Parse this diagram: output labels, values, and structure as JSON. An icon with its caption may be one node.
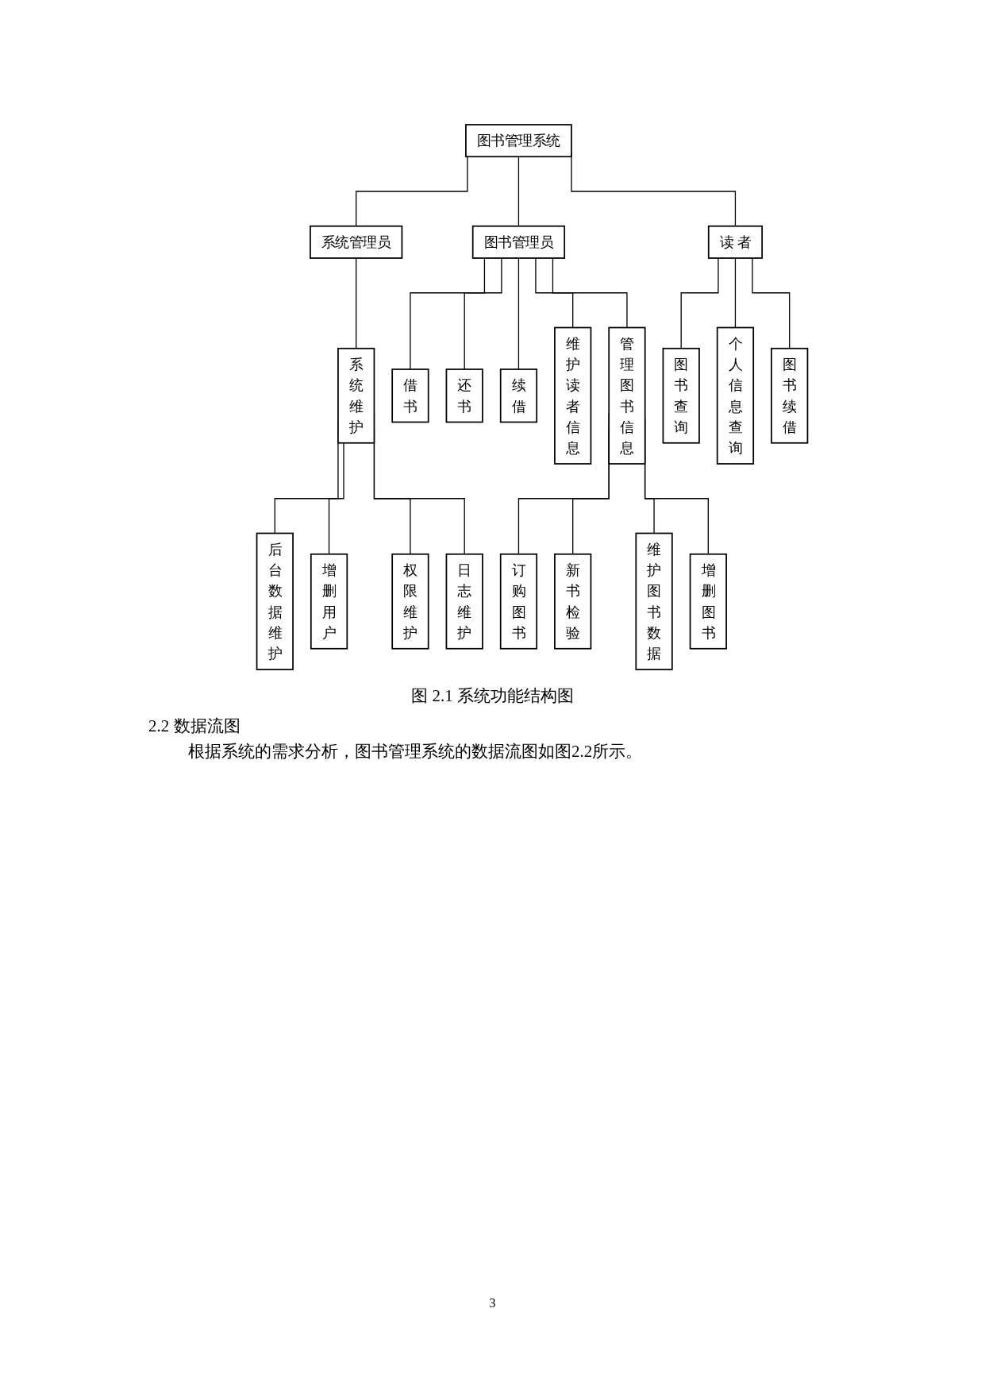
{
  "diagram": {
    "caption": "图 2.1 系统功能结构图",
    "nodes": [
      {
        "text": [
          "图书管理系统"
        ]
      },
      {
        "text": [
          "系统管理员"
        ]
      },
      {
        "text": [
          "图书管理员"
        ]
      },
      {
        "text": [
          "读 者"
        ]
      },
      {
        "text": [
          "系统维护"
        ]
      },
      {
        "text": [
          "借书"
        ]
      },
      {
        "text": [
          "还书"
        ]
      },
      {
        "text": [
          "续借"
        ]
      },
      {
        "text": [
          "维护读者信息"
        ]
      },
      {
        "text": [
          "管理图书信息"
        ]
      },
      {
        "text": [
          "图书查询"
        ]
      },
      {
        "text": [
          "个人信息查询"
        ]
      },
      {
        "text": [
          "图书续借"
        ]
      },
      {
        "text": [
          "后台数据维护"
        ]
      },
      {
        "text": [
          "增删用户"
        ]
      },
      {
        "text": [
          "权限维护"
        ]
      },
      {
        "text": [
          "日志维护"
        ]
      },
      {
        "text": [
          "订购图书"
        ]
      },
      {
        "text": [
          "新书检验"
        ]
      },
      {
        "text": [
          "维护图书数据"
        ]
      },
      {
        "text": [
          "增删图书"
        ]
      }
    ],
    "edges": [
      {
        "from": 0,
        "to": 1,
        "arrow": "none"
      },
      {
        "from": 0,
        "to": 2,
        "arrow": "none"
      },
      {
        "from": 0,
        "to": 3,
        "arrow": "none"
      },
      {
        "from": 1,
        "to": 4,
        "arrow": "none"
      },
      {
        "from": 2,
        "to": 5,
        "arrow": "none"
      },
      {
        "from": 2,
        "to": 6,
        "arrow": "none"
      },
      {
        "from": 2,
        "to": 7,
        "arrow": "none"
      },
      {
        "from": 2,
        "to": 8,
        "arrow": "none"
      },
      {
        "from": 2,
        "to": 9,
        "arrow": "none"
      },
      {
        "from": 3,
        "to": 10,
        "arrow": "none"
      },
      {
        "from": 3,
        "to": 11,
        "arrow": "none"
      },
      {
        "from": 3,
        "to": 12,
        "arrow": "none"
      },
      {
        "from": 4,
        "to": 13,
        "arrow": "none"
      },
      {
        "from": 4,
        "to": 14,
        "arrow": "none"
      },
      {
        "from": 4,
        "to": 15,
        "arrow": "none"
      },
      {
        "from": 4,
        "to": 16,
        "arrow": "none"
      },
      {
        "from": 9,
        "to": 17,
        "arrow": "none"
      },
      {
        "from": 9,
        "to": 18,
        "arrow": "none"
      },
      {
        "from": 9,
        "to": 19,
        "arrow": "none"
      },
      {
        "from": 9,
        "to": 20,
        "arrow": "none"
      }
    ],
    "labels": [
      "2.2 数据流图",
      "根据系统的需求分析，图书管理系统的数据流图如图2.2所示。",
      "3"
    ]
  }
}
